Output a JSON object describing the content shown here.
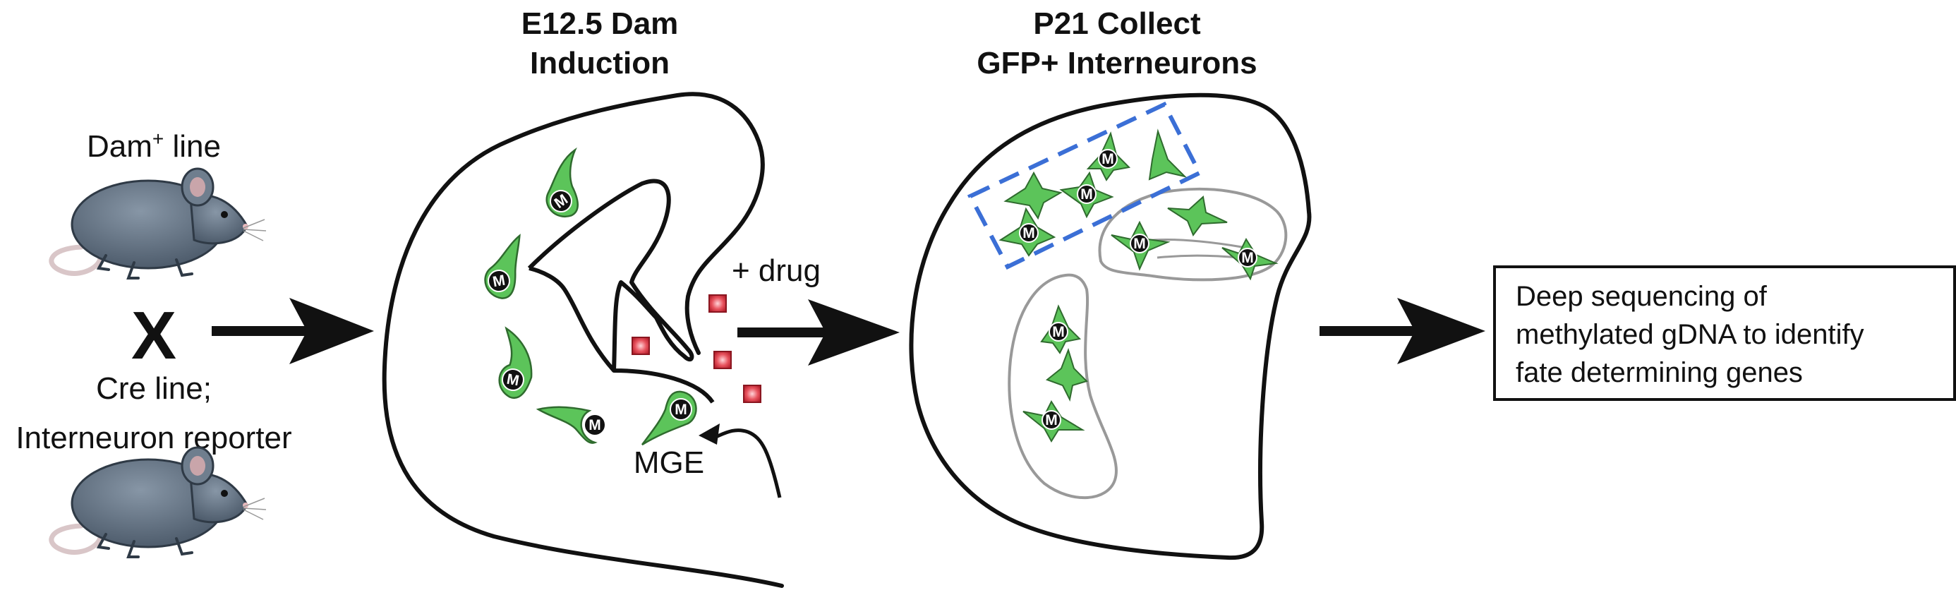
{
  "panel1": {
    "mouse_top_label": "Dam",
    "mouse_top_sup": "+",
    "mouse_top_suffix": " line",
    "cross_symbol": "X",
    "mouse_bottom_label_1": "Cre line;",
    "mouse_bottom_label_2": "Interneuron reporter"
  },
  "panel2": {
    "title_line1": "E12.5 Dam",
    "title_line2": "Induction",
    "region_label": "MGE",
    "cell_marker": "M"
  },
  "step_label": "+ drug",
  "panel3": {
    "title_line1": "P21 Collect",
    "title_line2": "GFP+ Interneurons"
  },
  "output_box": {
    "line1": "Deep sequencing of",
    "line2": "methylated gDNA to identify",
    "line3": "fate determining genes"
  },
  "colors": {
    "cell_green": "#5cc45a",
    "cell_outline": "#2f6b2e",
    "drug_red": "#d9323f",
    "dash_blue": "#3b6fd6",
    "mouse_gray": "#5e6d7d"
  }
}
